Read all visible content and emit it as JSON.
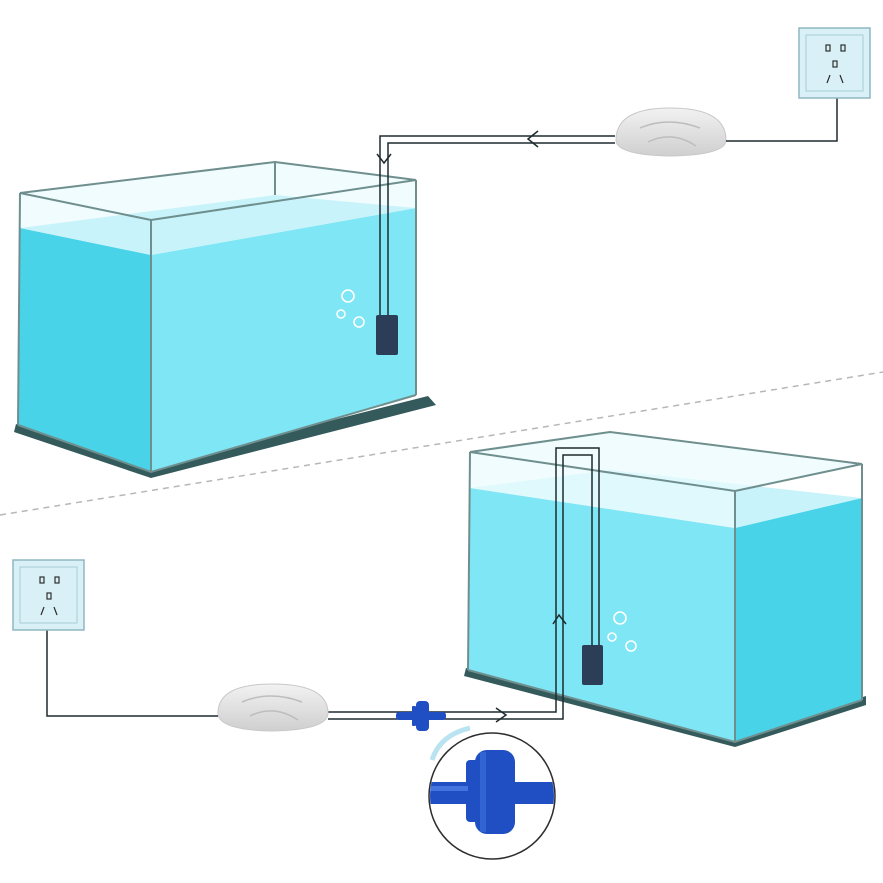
{
  "colors": {
    "water_front": "#7fe6f6",
    "water_side": "#48d3e8",
    "water_top": "#c8f3fa",
    "glass_frame": "#6f8f8f",
    "tank_base": "#355a5c",
    "tube": "#1e2a2e",
    "stone": "#2c3e57",
    "pump_shell": "#e4e4e4",
    "outlet_face": "#d9f1f6",
    "valve_blue": "#1f4fc2",
    "divider": "#b7b7b7"
  },
  "icons": {
    "outlet": "wall-outlet-icon",
    "pump": "air-pump-icon",
    "stone": "air-stone-icon",
    "valve": "check-valve-icon"
  },
  "scenes": [
    {
      "name": "pump-above-tank",
      "pump_position": "above-water",
      "check_valve": false
    },
    {
      "name": "pump-below-tank",
      "pump_position": "below-water",
      "check_valve": true
    }
  ]
}
